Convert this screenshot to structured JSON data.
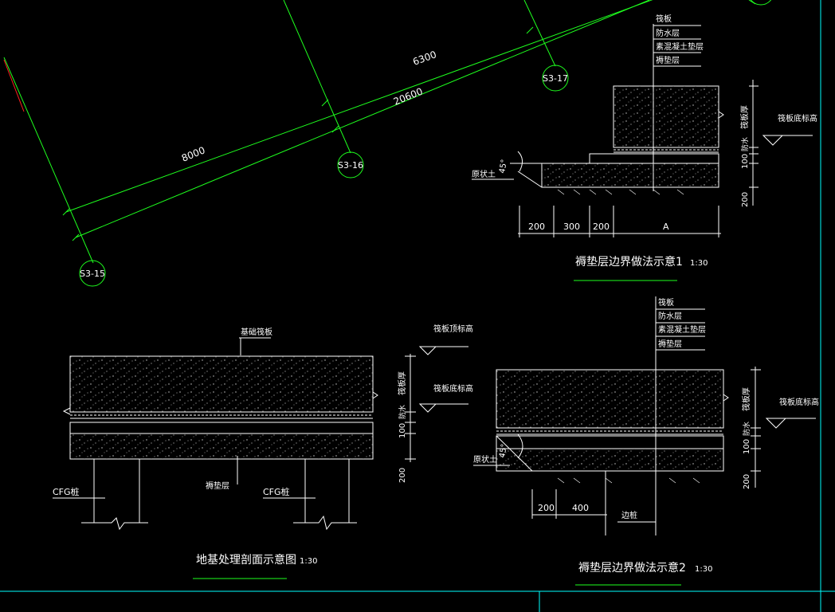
{
  "gridlines": {
    "dim_6300": "6300",
    "dim_20600": "20600",
    "dim_8000": "8000",
    "axis_s3_15": "S3-15",
    "axis_s3_16": "S3-16",
    "axis_s3_17": "S3-17"
  },
  "detail1": {
    "title": "褥垫层边界做法示意1",
    "scale": "1:30",
    "layers": [
      "筏板",
      "防水层",
      "素混凝土垫层",
      "褥垫层"
    ],
    "elev_label": "筏板底标高",
    "dim_v_raft": "筏板厚",
    "dim_v_waterproof": "防水",
    "dim_v_100": "100",
    "dim_v_200": "200",
    "angle": "45°",
    "soil": "原状土",
    "dim_h": [
      "200",
      "300",
      "200",
      "A"
    ]
  },
  "detail2": {
    "title": "褥垫层边界做法示意2",
    "scale": "1:30",
    "layers": [
      "筏板",
      "防水层",
      "素混凝土垫层",
      "褥垫层"
    ],
    "elev_label": "筏板底标高",
    "dim_v_raft": "筏板厚",
    "dim_v_waterproof": "防水",
    "dim_v_100": "100",
    "dim_v_200": "200",
    "angle": "45°",
    "soil": "原状土",
    "dim_h": [
      "200",
      "400"
    ],
    "pile": "边桩"
  },
  "section": {
    "title": "地基处理剖面示意图",
    "scale": "1:30",
    "raft_label": "基础筏板",
    "elev_top": "筏板顶标高",
    "elev_bottom": "筏板底标高",
    "cushion": "褥垫层",
    "cfg_left": "CFG桩",
    "cfg_right": "CFG桩",
    "dim_v_raft": "筏板厚",
    "dim_v_waterproof": "防水",
    "dim_v_100": "100",
    "dim_v_200": "200"
  },
  "colors": {
    "background": "#000000",
    "grid_green": "#1eff1e",
    "frame_cyan": "#00ffff",
    "axis_red": "#ff2020",
    "drawing_white": "#ffffff"
  }
}
